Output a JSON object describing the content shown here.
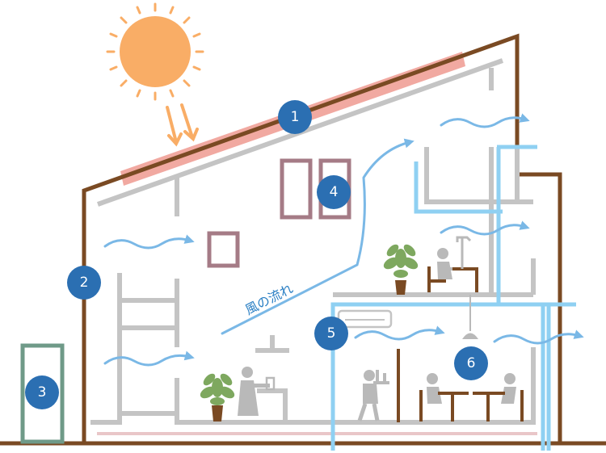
{
  "diagram": {
    "markers": [
      "1",
      "2",
      "3",
      "4",
      "5",
      "6"
    ],
    "flow_label": "風の流れ"
  },
  "colors": {
    "structure": "#7a4a23",
    "interior": "#c4c4c4",
    "roof_panel": "#f1a9a1",
    "sun": "#f9ad66",
    "airflow": "#7ab8e6",
    "duct": "#8fd0f2",
    "badge": "#2b6fb2",
    "window": "#a57b86",
    "tank": "#6f9a88",
    "figure": "#b9b9b9",
    "plant_leaf": "#7ea85f",
    "plant_pot": "#7a4a23"
  }
}
